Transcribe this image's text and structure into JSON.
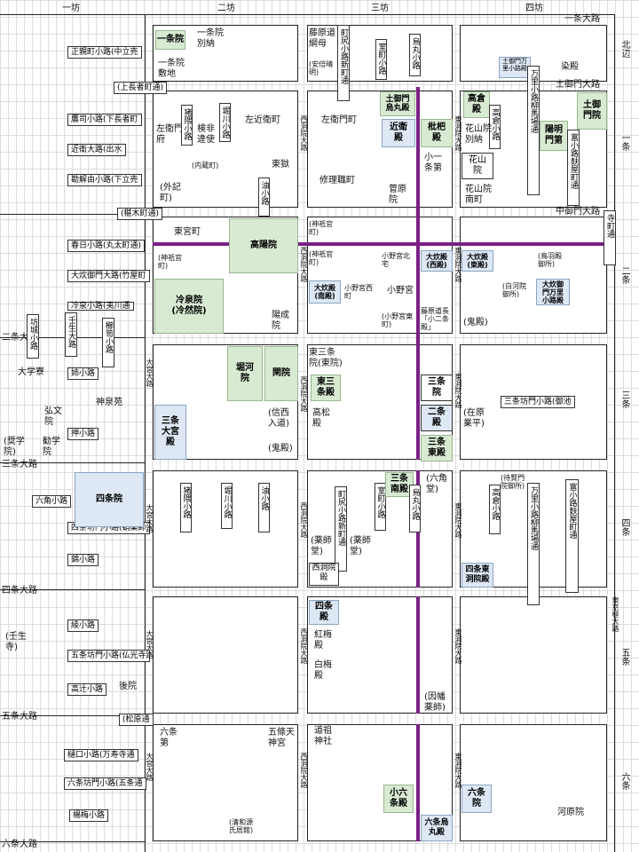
{
  "colors": {
    "accent_road": "#7a1f86",
    "estate_green": "#d9ead3",
    "estate_blue": "#dde8f4",
    "grid": "#dcdcdc"
  },
  "bo": {
    "b1": "一坊",
    "b2": "二坊",
    "b3": "三坊",
    "b4": "四坊"
  },
  "right_labels": {
    "north": "北辺",
    "ichijo": "一条",
    "nijo": "二条",
    "sanjo": "三条",
    "shijo": "四条",
    "gojo": "五条",
    "rokujo": "六条",
    "higashi_kyogoku": "東京極大路"
  },
  "major_roads": {
    "ichijo": "一条大路",
    "tsuchimikado": "土御門大路",
    "nakamikado": "中御門大路",
    "nijo_left": "二条大路",
    "sanjo_left": "三条大路",
    "shijo_left": "四条大路",
    "gojo_left": "五条大路",
    "rokujo_left": "六条大路",
    "teramachi": "寺町通"
  },
  "left_streets": {
    "s1": "正親町小路(中立売",
    "s2": "(上長者町通)",
    "s3": "鷹司小路(下長者町",
    "s4": "近衛大路(出水",
    "s5": "勘解由小路(下立売",
    "s6": "(椹木町通)",
    "s7": "春日小路(丸太町通)",
    "s8": "大炊御門大路(竹屋町",
    "s9": "冷泉小路(夷川通",
    "s10": "坊城小路",
    "s11": "壬生大路",
    "s12": "櫛笥小路",
    "s13": "姉小路",
    "s14": "押小路",
    "s15": "六角小路",
    "s16": "四条坊門小路(蛸薬師",
    "s17": "錦小路",
    "s18": "綾小路",
    "s19": "五条坊門小路(仏光寺",
    "s20": "高辻小路",
    "s21": "(松原通",
    "s22": "樋口小路(万寿寺通",
    "s23": "六条坊門小路(五条通",
    "s24": "楊梅小路"
  },
  "west_labels": {
    "daigakuryo": "大学寮",
    "kobun": "弘文\n院",
    "shinsen": "神泉苑",
    "shogaku": "(奨学\n院)",
    "kangaku": "勧学\n院",
    "mibudera": "(壬生\n寺)",
    "koin": "後院"
  },
  "col2": {
    "ichijoin": "一条院",
    "ichijo_betsu": "一条院\n別納",
    "ichijo_shiki": "一条院\n敷地",
    "sakon_fu": "左衛門\n府",
    "kebiishi": "検非\n違使",
    "sakon_e": "左近衛町",
    "inokuma": "猪隈小路",
    "horikawa": "堀川小路",
    "naizen": "(内蔵町)",
    "togoku": "東獄",
    "geki": "(外記\n町)",
    "abura": "油小路",
    "togu": "東宮町",
    "kayain": "高陽院",
    "shingi_l": "(神祇官\n町)",
    "reizeiin": "冷泉院\n(冷然院)",
    "yozei": "陽成\n院",
    "horikawain": "堀河\n院",
    "kan_in": "閑院",
    "sanjo_omiya": "三条\n大宮\n殿",
    "nobunishi": "(信西\n入道)",
    "onidono": "(鬼殿)",
    "shijoin": "四条院",
    "rokujo_dai": "六条\n第",
    "gojo_tenjin": "五條天\n神宮",
    "seiwa": "(清和源\n氏居館)",
    "omiya_oji": "大宮大路",
    "nishinotoin_oji": "西洞院大路"
  },
  "col3": {
    "fujiwara": "藤原道\n綱母",
    "machijiri": "町尻小路新町通",
    "muromachi": "室町小路",
    "karasuma": "烏丸小路",
    "annaka": "(安倍晴\n明)",
    "sae": "左衛門町",
    "shuri": "修理職町",
    "tsuchi_karasu": "土御門\n烏丸殿",
    "konoe": "近衛\n殿",
    "biwa": "枇杷\n殿",
    "koichijo": "小一\n条第",
    "sugawara": "菅原\n院",
    "shingi_r": "(神祇官\n町)",
    "shingi_r2": "(神祇官\n町)",
    "ono_kita": "小野宮北\n宅",
    "ono_miya": "小野宮",
    "ono_nishi": "小野宮西\n町",
    "ono_higashi": "(小野宮東\n町)",
    "oikado_n": "大炊殿\n(南殿)",
    "oikado_w": "大炊殿\n(西殿)",
    "fujiwara_choso": "藤原道長\n「小二条\n殿」",
    "higashi_sanjoin": "東三条\n院(東院)",
    "higashi_sanjo": "東三\n条殿",
    "takamatsu": "高松\n殿",
    "sanjoin": "三条\n院",
    "nijo_den": "二条\n殿",
    "sanjo_higashi": "三条\n東殿",
    "sanjo_minami": "三条\n南殿",
    "rokkakudo": "(六角\n堂)",
    "yakushi_a": "(薬師\n堂)",
    "yakushi_b": "(薬師\n堂)",
    "nishitoin_den": "西洞院\n殿",
    "shijo_den": "四条\n殿",
    "kobai": "紅梅\n殿",
    "hakubai": "白梅\n殿",
    "inaba": "(因幡\n薬師)",
    "dosojin": "道祖\n神社",
    "korokujo": "小六\n条殿",
    "rokujo_karasuma": "六条烏\n丸殿"
  },
  "col4": {
    "someden": "染殿",
    "tsuchimikado_mabri": "土御門万\n里小路殿",
    "koya_in": "高倉\n殿",
    "takakura": "高倉小路",
    "kazan_betsu": "花山院\n別納",
    "kazan": "花山\n院",
    "kazan_minami": "花山院\n南町",
    "madenokoji": "万里小路柳馬場通",
    "yomei": "陽明\n門第",
    "tomi": "富小路麸屋町通",
    "tsuchi_mon": "土御\n門院",
    "oikado_e": "大炊殿\n(東殿)",
    "tobaden": "(鳥羽殿\n御所)",
    "shirakawa": "(白河院\n御所)",
    "oikado_madenokoji": "大炊御\n門万里\n小路殿",
    "kiden": "(鬼殿)",
    "sanjo_bomon": "三条坊門小路(御池",
    "ariwara": "(在原\n業平)",
    "taikenmon": "(待賢門\n院御所)",
    "shijo_higashi": "四条東\n洞院殿",
    "rokujo_den": "六条\n院",
    "kawara": "河原院",
    "higashi_toin": "東洞院大路"
  }
}
